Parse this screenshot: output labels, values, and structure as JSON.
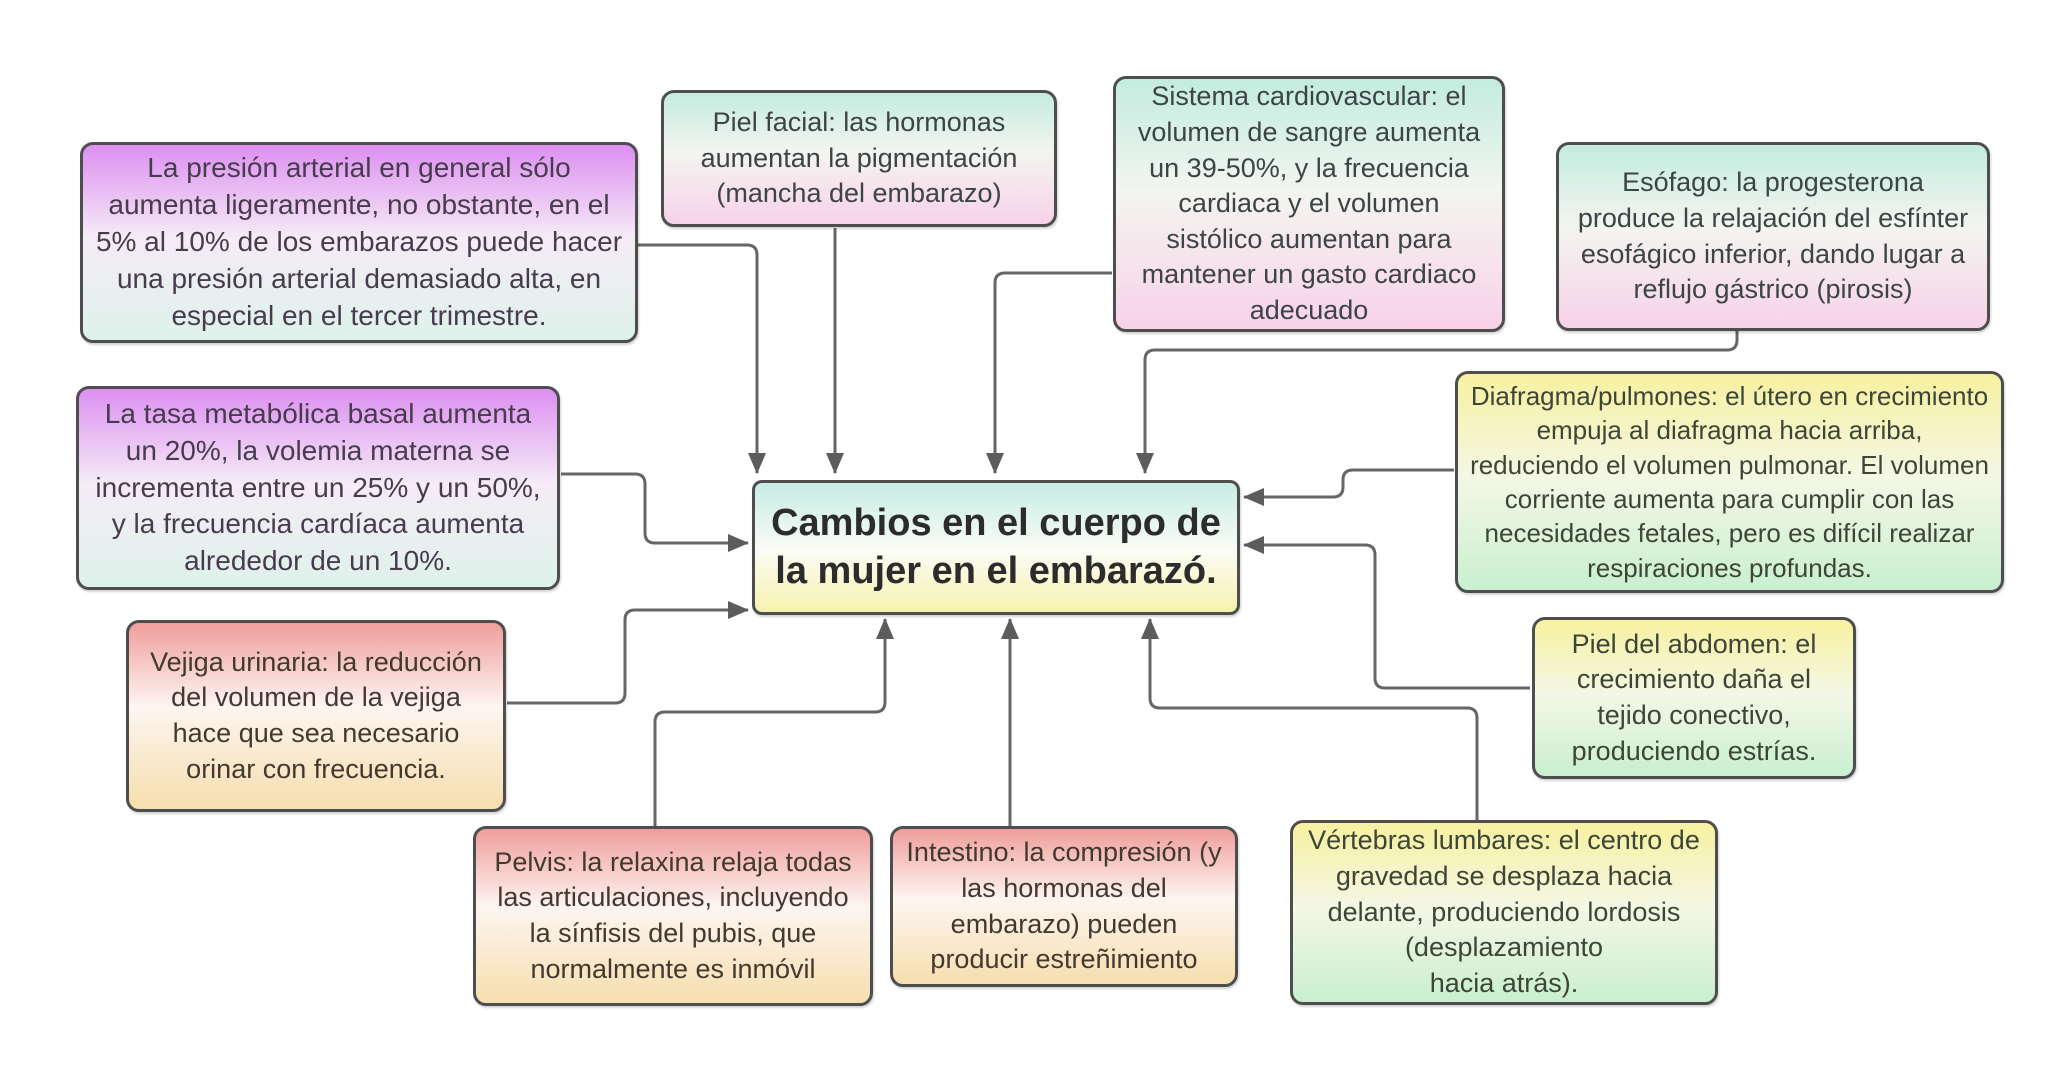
{
  "diagram": {
    "central": {
      "text": "Cambios en el cuerpo de la mujer en el embarazó."
    },
    "nodes": {
      "presion": {
        "text": "La presión arterial en general sólo aumenta ligeramente, no obstante, en el 5% al 10% de los embarazos puede hacer una presión arterial demasiado alta, en especial en el tercer trimestre."
      },
      "piel_facial": {
        "text": "Piel facial: las hormonas aumentan la pigmentación (mancha del embarazo)"
      },
      "cardio": {
        "text": "Sistema cardiovascular: el volumen de sangre aumenta un 39-50%, y la frecuencia cardiaca y el volumen sistólico aumentan para mantener un gasto cardiaco adecuado"
      },
      "esofago": {
        "text": "Esófago: la progesterona produce la relajación del esfínter esofágico inferior, dando lugar a reflujo gástrico (pirosis)"
      },
      "tasa": {
        "text": "La tasa metabólica basal aumenta un 20%, la volemia materna se incrementa entre un 25% y un 50%, y la frecuencia cardíaca aumenta alrededor de un 10%."
      },
      "diafragma": {
        "text": "Diafragma/pulmones: el útero en crecimiento empuja al diafragma hacia arriba, reduciendo el volumen pulmonar. El volumen corriente aumenta para cumplir con las necesidades fetales, pero es difícil realizar respiraciones profundas."
      },
      "vejiga": {
        "text": "Vejiga urinaria: la reducción del volumen de la vejiga hace que sea necesario\norinar con frecuencia."
      },
      "piel_abdomen": {
        "text": "Piel del abdomen: el crecimiento daña el tejido conectivo, produciendo estrías."
      },
      "pelvis": {
        "text": "Pelvis: la relaxina relaja todas las articulaciones, incluyendo la sínfisis del pubis, que\nnormalmente es inmóvil"
      },
      "intestino": {
        "text": "Intestino: la compresión (y las hormonas del embarazo) pueden producir estreñimiento"
      },
      "vertebras": {
        "text": "Vértebras lumbares: el centro de gravedad se desplaza hacia delante, produciendo lordosis (desplazamiento\nhacia atrás)."
      }
    },
    "palette": {
      "purple_top": "#dd8ff1",
      "mint": "#c3ecdf",
      "pink": "#f8d2e8",
      "yellow": "#f7f1a0",
      "green": "#c9efd0",
      "red": "#ef9e9c",
      "tan": "#f6deae",
      "central_top": "#c6ece5",
      "central_bottom": "#f7f2ae",
      "border": "#4e4e4e",
      "connector": "#666666"
    }
  }
}
